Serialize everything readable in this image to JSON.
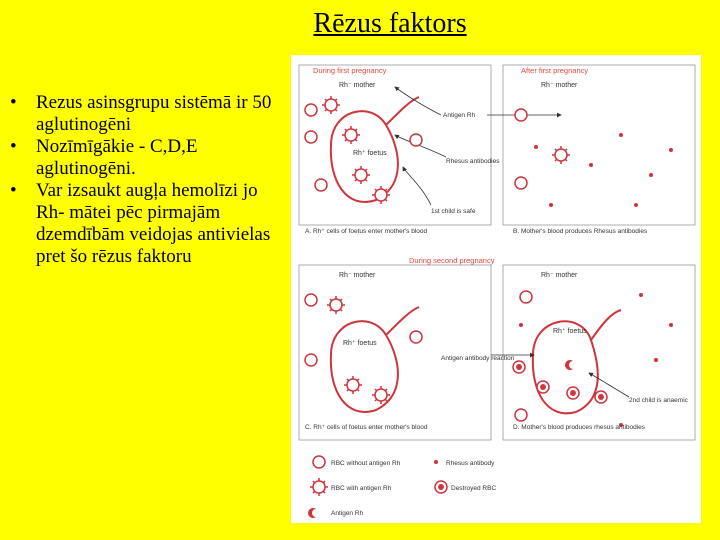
{
  "slide": {
    "title": "Rēzus faktors",
    "bullets": [
      "Rezus asinsgrupu sistēmā ir 50 aglutinogēni",
      "Nozīmīgākie - C,D,E aglutinogēni.",
      "Var izsaukt augļa hemolīzi jo Rh- mātei pēc pirmajām dzemdībām veidojas antivielas pret šo rēzus faktoru"
    ]
  },
  "figure": {
    "headers": {
      "first_pregnancy": "During first pregnancy",
      "after_first": "After first pregnancy",
      "second_pregnancy": "During second pregnancy"
    },
    "labels": {
      "rh_neg_mother": "Rh⁻ mother",
      "rh_pos_foetus": "Rh⁺ foetus",
      "antigen_rh": "Antigen Rh",
      "rhesus_antibodies": "Rhesus antibodies",
      "first_child_safe": "1st child is safe",
      "antigen_antibody_reaction": "Antigen antibody reaction",
      "second_child_anaemic": "2nd child is anaemic"
    },
    "captions": {
      "A": "A. Rh⁺ cells of foetus enter mother's blood",
      "B": "B. Mother's blood produces Rhesus antibodies",
      "C": "C. Rh⁺ cells of foetus enter mother's blood",
      "D": "D. Mother's blood produces rhesus antibodies"
    },
    "legend": [
      {
        "icon": "rbc-without-antigen-icon",
        "label": "RBC without antigen Rh"
      },
      {
        "icon": "rhesus-antibody-icon",
        "label": "Rhesus antibody"
      },
      {
        "icon": "rbc-with-antigen-icon",
        "label": "RBC with antigen Rh"
      },
      {
        "icon": "destroyed-rbc-icon",
        "label": "Destroyed RBC"
      },
      {
        "icon": "antigen-rh-icon",
        "label": "Antigen Rh"
      }
    ],
    "colors": {
      "cell": "#d0343c",
      "label": "#e4483c",
      "line": "#333333"
    }
  }
}
